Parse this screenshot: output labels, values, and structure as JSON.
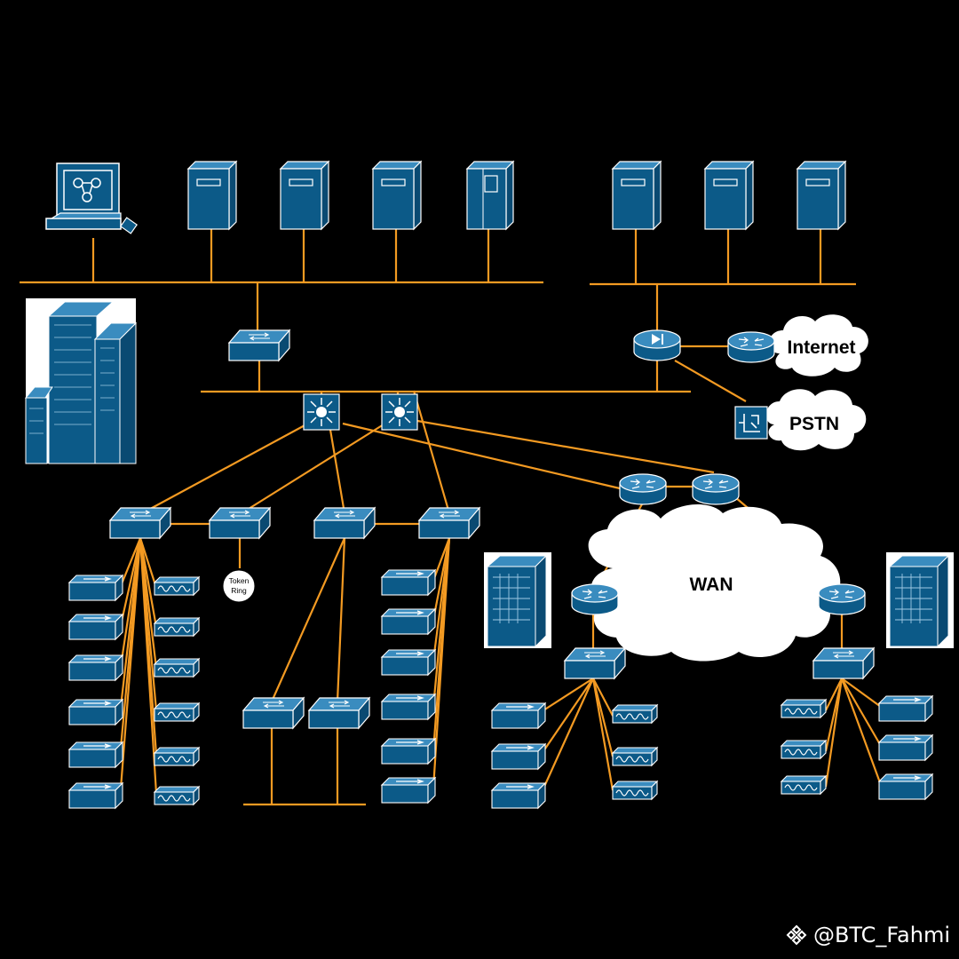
{
  "diagram": {
    "labels": {
      "internet": "Internet",
      "pstn": "PSTN",
      "wan": "WAN",
      "token_ring_line1": "Token",
      "token_ring_line2": "Ring"
    },
    "colors": {
      "background": "#000000",
      "link": "#f39a22",
      "device": "#0c5a88",
      "device_top": "#3a8cbf",
      "device_outline": "#ffffff",
      "cloud": "#ffffff"
    },
    "icons": {
      "workstation": "workstation-icon",
      "server": "server-icon",
      "mainframe": "mainframe-icon",
      "building": "building-icon",
      "switch": "switch-icon",
      "layer3_switch": "layer3-switch-icon",
      "router": "router-icon",
      "firewall": "firewall-icon",
      "pstn_switch": "pstn-switch-icon",
      "terminal": "terminal-icon",
      "modem": "modem-icon"
    }
  },
  "watermark": {
    "handle": "@BTC_Fahmi"
  }
}
